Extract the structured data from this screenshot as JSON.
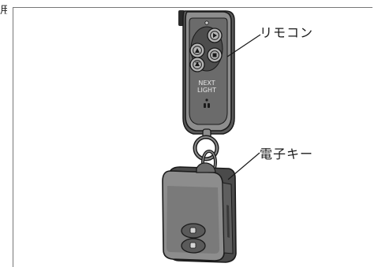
{
  "page": {
    "edge_text": "用"
  },
  "figure": {
    "callouts": {
      "remote": "リモコン",
      "smart_key": "電子キー"
    },
    "remote_branding": {
      "line1": "NEXT",
      "line2": "LIGHT"
    }
  },
  "colors": {
    "device_body": "#8d8d8d",
    "device_face": "#6b6b6b",
    "button_fill": "#b5b5b5",
    "outline": "#1a1a1a",
    "frame": "#777777"
  }
}
